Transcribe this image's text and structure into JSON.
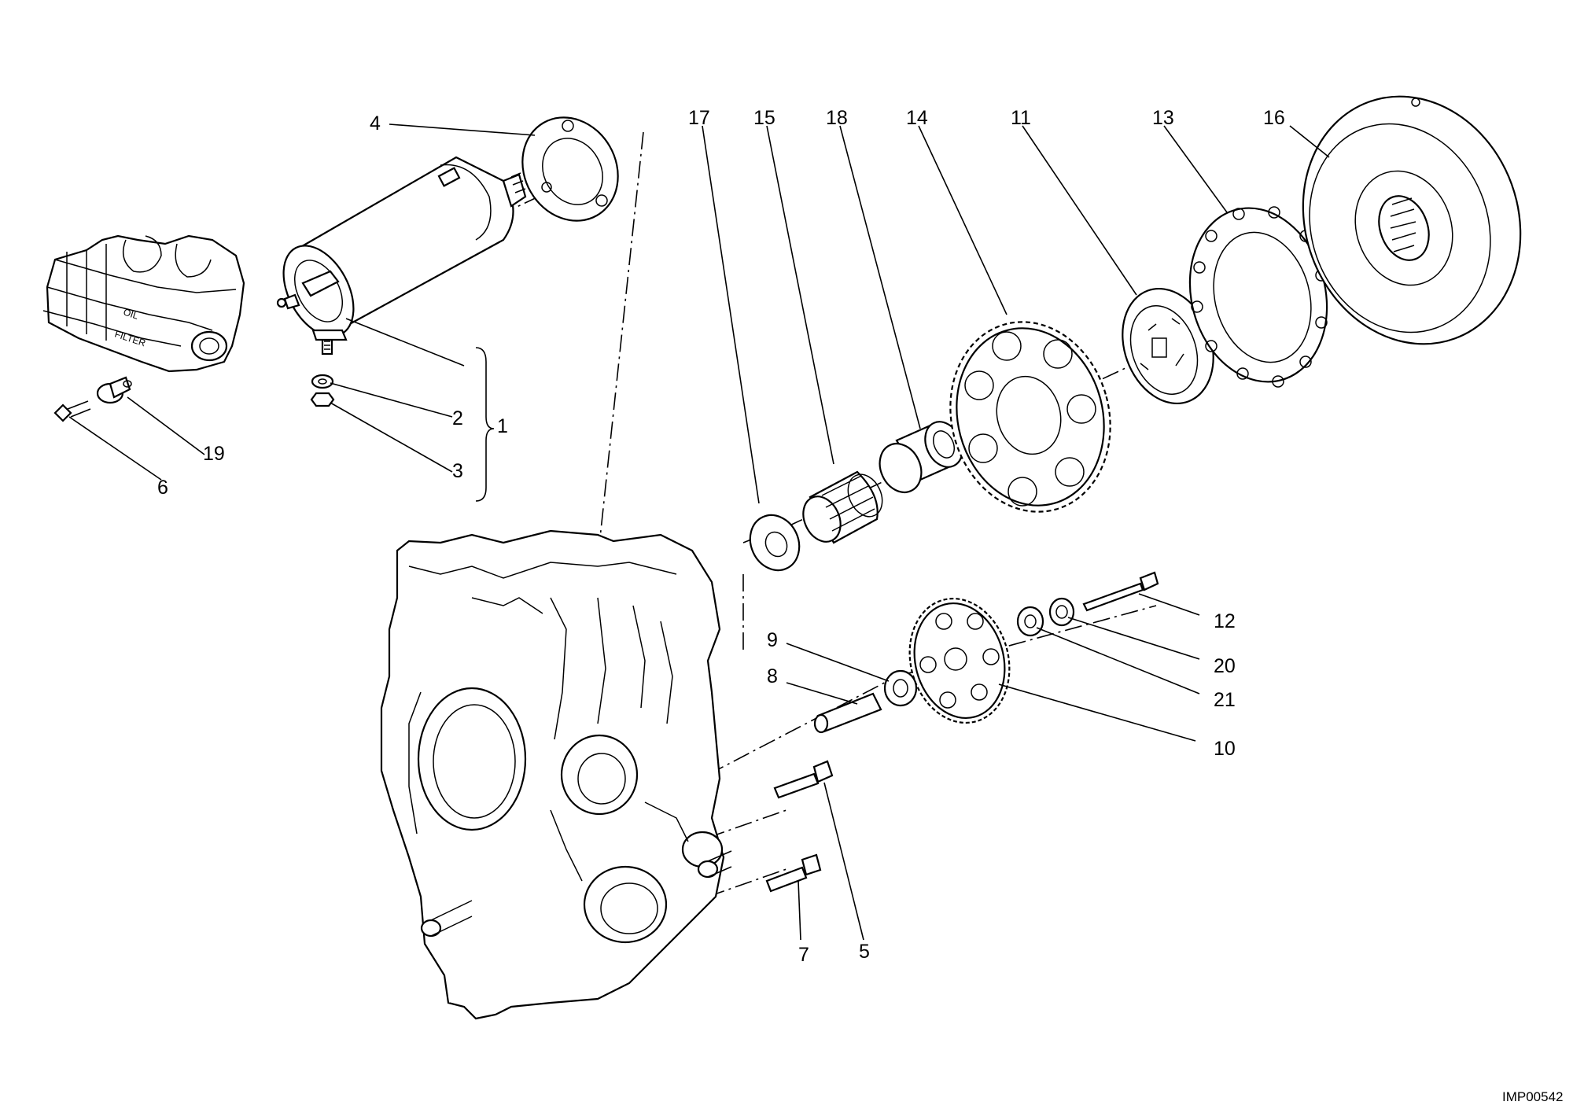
{
  "diagram": {
    "callouts": [
      "1",
      "2",
      "3",
      "4",
      "5",
      "6",
      "7",
      "8",
      "9",
      "10",
      "11",
      "12",
      "13",
      "14",
      "15",
      "16",
      "17",
      "18",
      "19",
      "20",
      "21"
    ],
    "drawing_code": "IMP00542",
    "engraved_text": [
      "OIL",
      "FILTER"
    ]
  }
}
